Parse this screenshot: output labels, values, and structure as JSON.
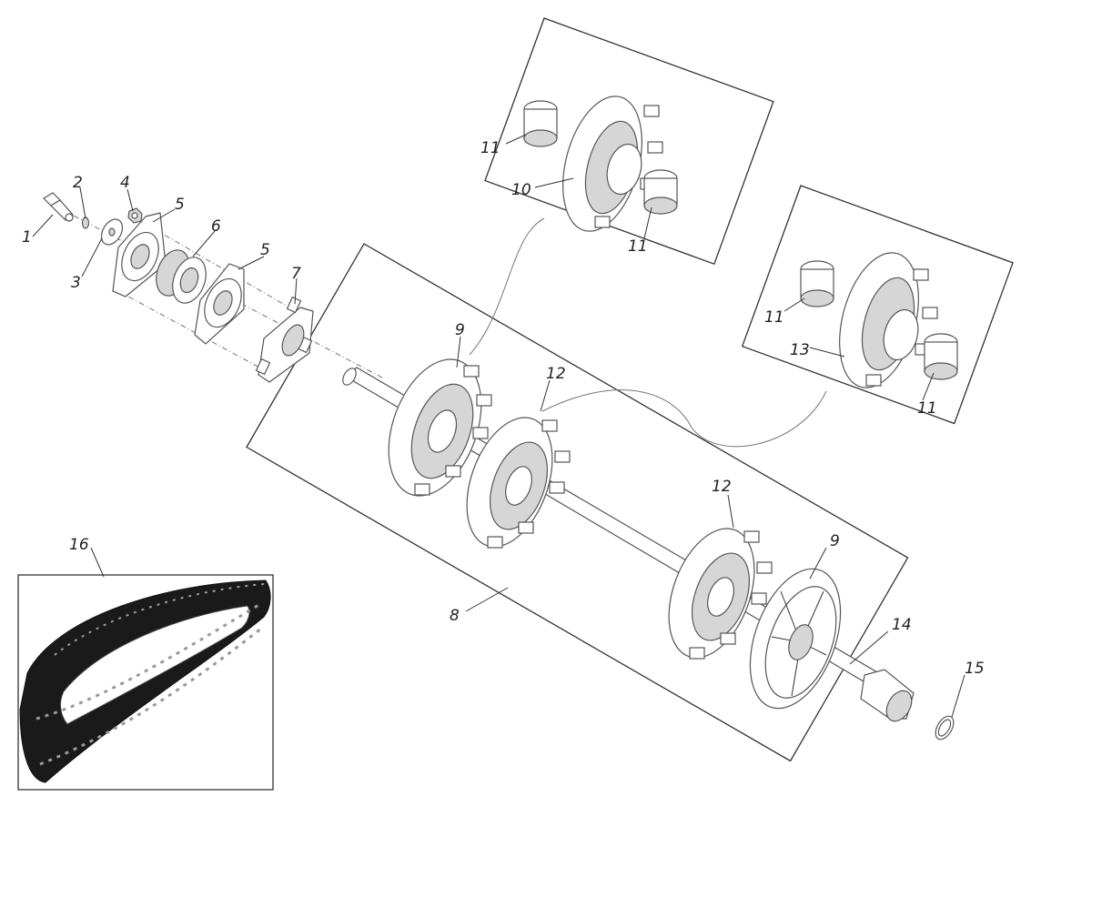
{
  "diagram": {
    "callouts": [
      {
        "id": "c1",
        "text": "1"
      },
      {
        "id": "c2",
        "text": "2"
      },
      {
        "id": "c3",
        "text": "3"
      },
      {
        "id": "c4",
        "text": "4"
      },
      {
        "id": "c5a",
        "text": "5"
      },
      {
        "id": "c5b",
        "text": "5"
      },
      {
        "id": "c6",
        "text": "6"
      },
      {
        "id": "c7",
        "text": "7"
      },
      {
        "id": "c8",
        "text": "8"
      },
      {
        "id": "c9a",
        "text": "9"
      },
      {
        "id": "c9b",
        "text": "9"
      },
      {
        "id": "c10",
        "text": "10"
      },
      {
        "id": "c11a",
        "text": "11"
      },
      {
        "id": "c11b",
        "text": "11"
      },
      {
        "id": "c11c",
        "text": "11"
      },
      {
        "id": "c11d",
        "text": "11"
      },
      {
        "id": "c12a",
        "text": "12"
      },
      {
        "id": "c12b",
        "text": "12"
      },
      {
        "id": "c13",
        "text": "13"
      },
      {
        "id": "c14",
        "text": "14"
      },
      {
        "id": "c15",
        "text": "15"
      },
      {
        "id": "c16",
        "text": "16"
      }
    ],
    "colors": {
      "line": "#333333",
      "part_fill": "#ffffff",
      "track": "#1a1a1a",
      "track_lug": "#9a9a9a"
    }
  }
}
